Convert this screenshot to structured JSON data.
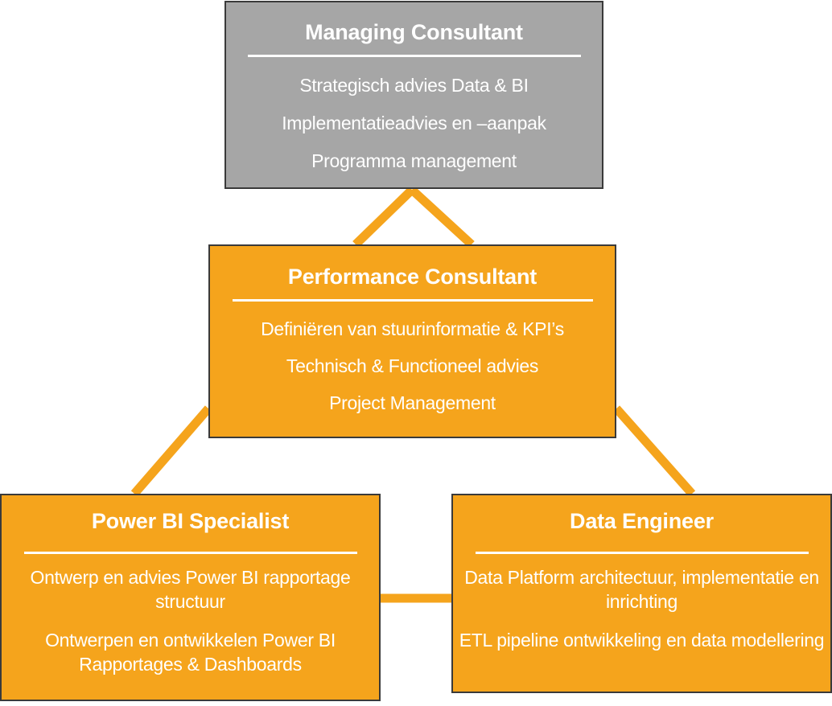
{
  "colors": {
    "accent_orange": "#f5a41c",
    "top_grey": "#a6a6a6",
    "border": "#3a3a3a",
    "text": "#ffffff"
  },
  "roles": {
    "managing": {
      "title": "Managing Consultant",
      "items": [
        "Strategisch advies Data & BI",
        "Implementatieadvies en –aanpak",
        "Programma management"
      ]
    },
    "performance": {
      "title": "Performance Consultant",
      "items": [
        "Definiëren van stuurinformatie & KPI’s",
        "Technisch & Functioneel advies",
        "Project Management"
      ]
    },
    "powerbi": {
      "title": "Power BI Specialist",
      "items": [
        "Ontwerp en advies Power BI rapportage structuur",
        "Ontwerpen en ontwikkelen Power BI Rapportages & Dashboards"
      ]
    },
    "engineer": {
      "title": "Data Engineer",
      "items": [
        "Data Platform architectuur, implementatie en inrichting",
        "ETL pipeline ontwikkeling en data modellering"
      ]
    }
  }
}
